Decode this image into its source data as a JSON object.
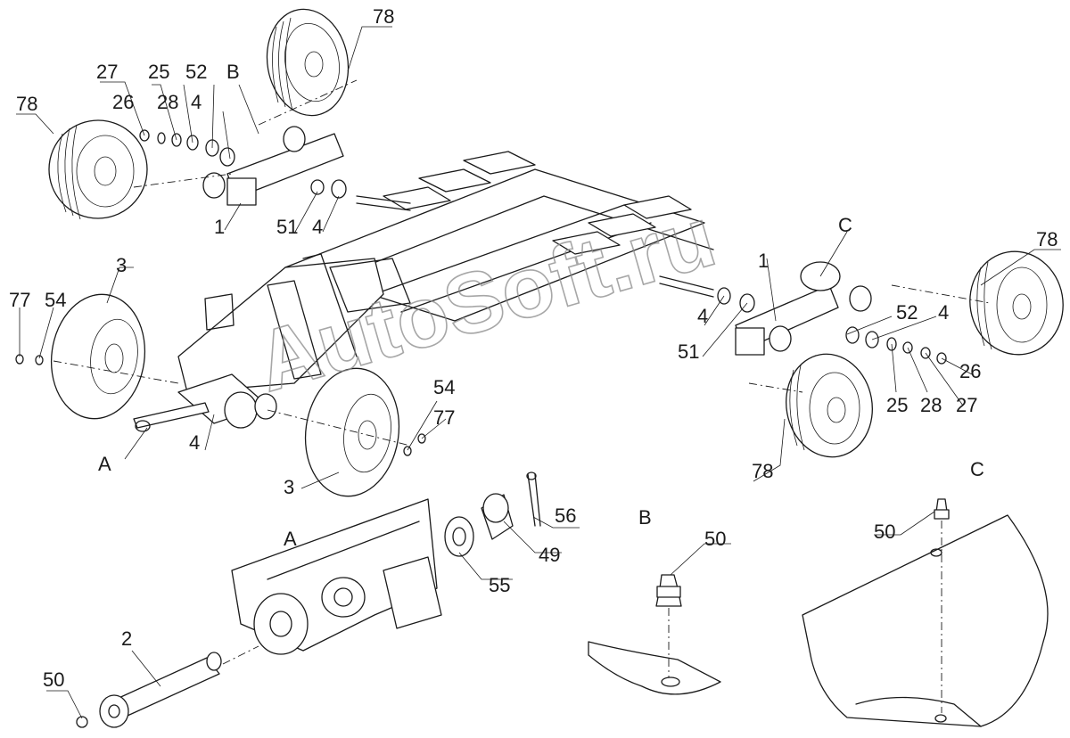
{
  "watermark": "AutoSoft.ru",
  "views": {
    "a": "A",
    "b": "B",
    "c": "C",
    "b_ref": "B",
    "c_ref": "C",
    "a_ref": "A"
  },
  "labels": {
    "p78_top": "78",
    "p78_left": "78",
    "p78_right": "78",
    "p78_bottom": "78",
    "p27_l": "27",
    "p25_l": "25",
    "p52_l": "52",
    "p26_l": "26",
    "p28_l": "28",
    "p4_l": "4",
    "p1_l": "1",
    "p51_l": "51",
    "p4_l2": "4",
    "p3_l": "3",
    "p77_l": "77",
    "p54_l": "54",
    "p4_mid": "4",
    "p54_r": "54",
    "p77_r": "77",
    "p3_b": "3",
    "p1_r": "1",
    "p52_r": "52",
    "p4_r1": "4",
    "p4_r2": "4",
    "p51_r": "51",
    "p25_r": "25",
    "p28_r": "28",
    "p27_r": "27",
    "p26_r": "26",
    "p56": "56",
    "p49": "49",
    "p55": "55",
    "p2": "2",
    "p50_a": "50",
    "p50_b": "50",
    "p50_c": "50"
  }
}
